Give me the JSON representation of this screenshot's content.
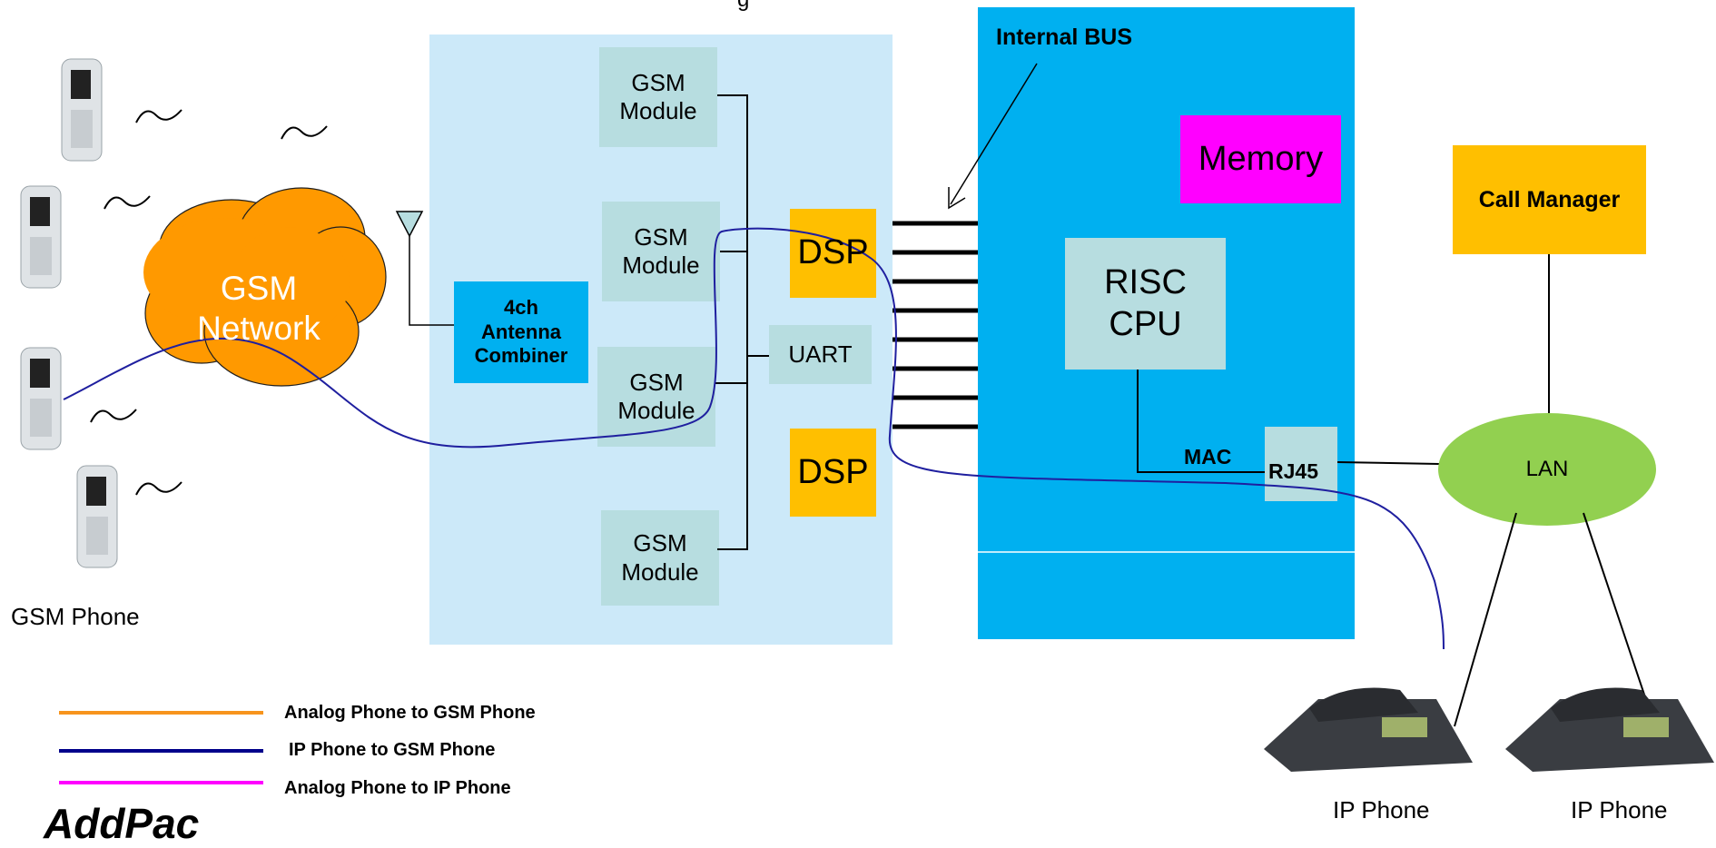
{
  "title_fragment": "g",
  "gsm_network": {
    "line1": "GSM",
    "line2": "Network"
  },
  "gsm_phone_label": "GSM Phone",
  "antenna_combiner": {
    "line1": "4ch",
    "line2": "Antenna",
    "line3": "Combiner"
  },
  "gsm_modules": [
    {
      "line1": "GSM",
      "line2": "Module"
    },
    {
      "line1": "GSM",
      "line2": "Module"
    },
    {
      "line1": "GSM",
      "line2": "Module"
    },
    {
      "line1": "GSM",
      "line2": "Module"
    }
  ],
  "uart_label": "UART",
  "dsp_labels": [
    "DSP",
    "DSP"
  ],
  "internal_bus_label": "Internal BUS",
  "memory_label": "Memory",
  "cpu": {
    "line1": "RISC",
    "line2": "CPU"
  },
  "mac_label": "MAC",
  "rj45_label": "RJ45",
  "call_manager_label": "Call Manager",
  "lan_label": "LAN",
  "ip_phone_labels": [
    "IP Phone",
    "IP Phone"
  ],
  "legend": [
    {
      "label": "Analog Phone to GSM Phone",
      "color": "#f7941d"
    },
    {
      "label": "IP Phone to GSM Phone",
      "color": "#00008b"
    },
    {
      "label": "Analog Phone to IP Phone",
      "color": "#ff00ff"
    }
  ],
  "colors": {
    "gateway_bg": "#cce9f9",
    "module_bg": "#b7dde0",
    "dsp": "#ffbf00",
    "bus_bg": "#00b0f0",
    "memory": "#ff00ff",
    "cloud": "#ff9900",
    "lan": "#92d050",
    "call_path": "#1f1f9f"
  },
  "logo_text": "AddPac"
}
